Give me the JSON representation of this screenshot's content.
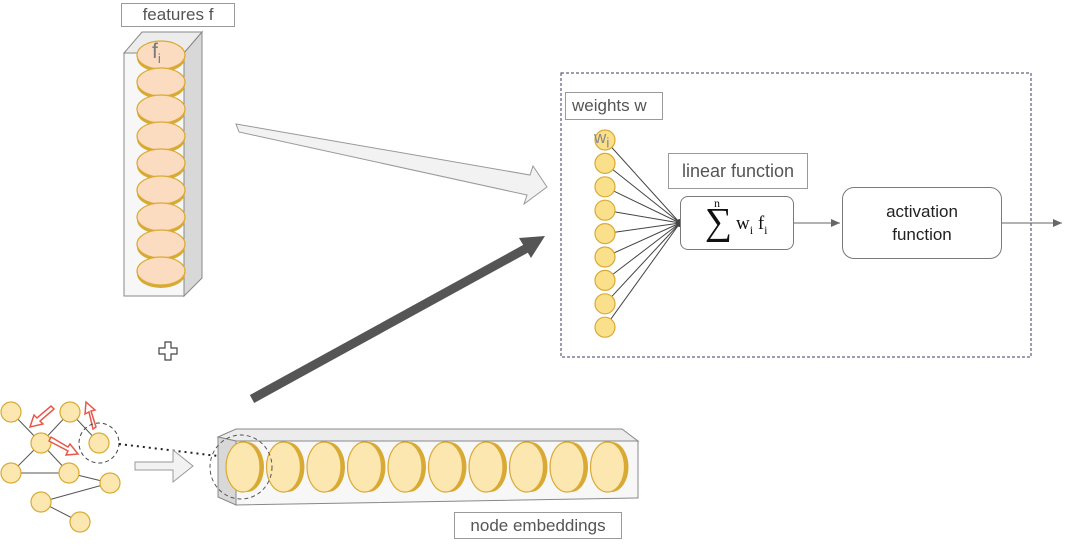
{
  "labels": {
    "features": "features f",
    "weights": "weights w",
    "linear_function": "linear function",
    "node_embeddings": "node embeddings",
    "activation_line1": "activation",
    "activation_line2": "function"
  },
  "formula": {
    "upper_limit": "n",
    "sigma": "∑",
    "term_w": "w",
    "term_w_sub": "i",
    "term_f": " f",
    "term_f_sub": "i"
  },
  "feature_symbol": {
    "text": "f",
    "sub": "i"
  },
  "weight_symbol": {
    "text": "w",
    "sub": "i"
  },
  "icons": {
    "plus": "plus-icon"
  },
  "colors": {
    "node_fill": "#fde7b0",
    "node_stroke": "#d9aa33",
    "feature_fill": "#fcdcc0",
    "weight_fill": "#fbe08c",
    "graph_arrow": "#e8584a",
    "bold_arrow": "#555555",
    "outline": "#888888"
  }
}
